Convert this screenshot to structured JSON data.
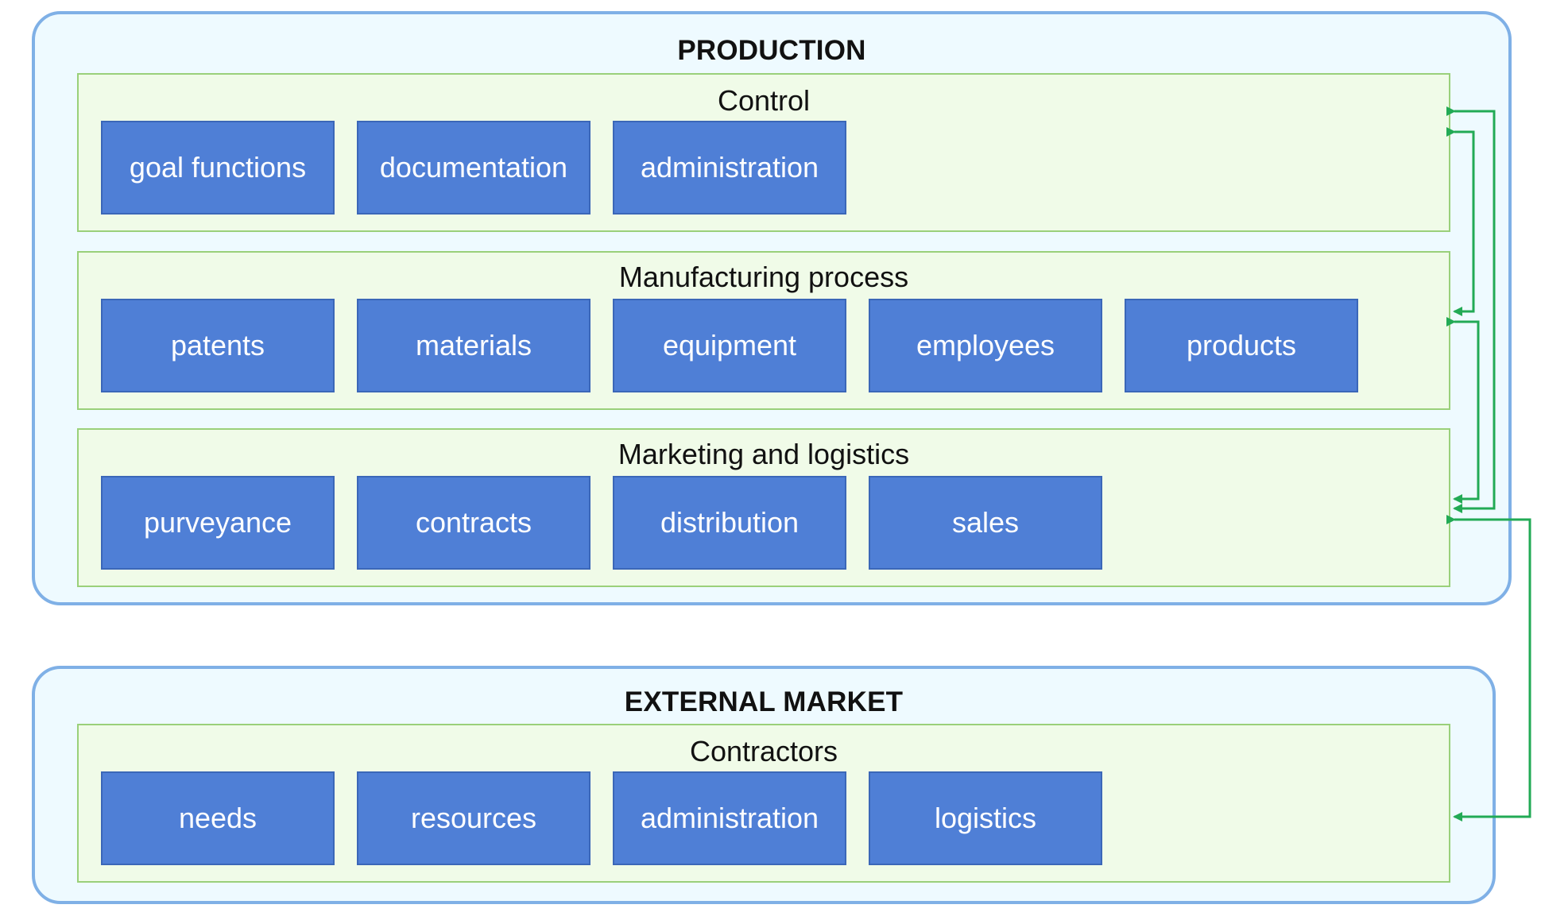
{
  "production": {
    "title": "PRODUCTION",
    "layers": [
      {
        "title": "Control",
        "items": [
          "goal functions",
          "documentation",
          "administration"
        ]
      },
      {
        "title": "Manufacturing process",
        "items": [
          "patents",
          "materials",
          "equipment",
          "employees",
          "products"
        ]
      },
      {
        "title": "Marketing and logistics",
        "items": [
          "purveyance",
          "contracts",
          "distribution",
          "sales"
        ]
      }
    ]
  },
  "external_market": {
    "title": "EXTERNAL MARKET",
    "layers": [
      {
        "title": "Contractors",
        "items": [
          "needs",
          "resources",
          "administration",
          "logistics"
        ]
      }
    ]
  },
  "colors": {
    "outer_fill": "#eefaff",
    "outer_border": "#7fb0e6",
    "layer_fill": "#f0fbe8",
    "layer_border": "#9ad07a",
    "node_fill": "#4f7fd6",
    "connector": "#22aa55"
  }
}
